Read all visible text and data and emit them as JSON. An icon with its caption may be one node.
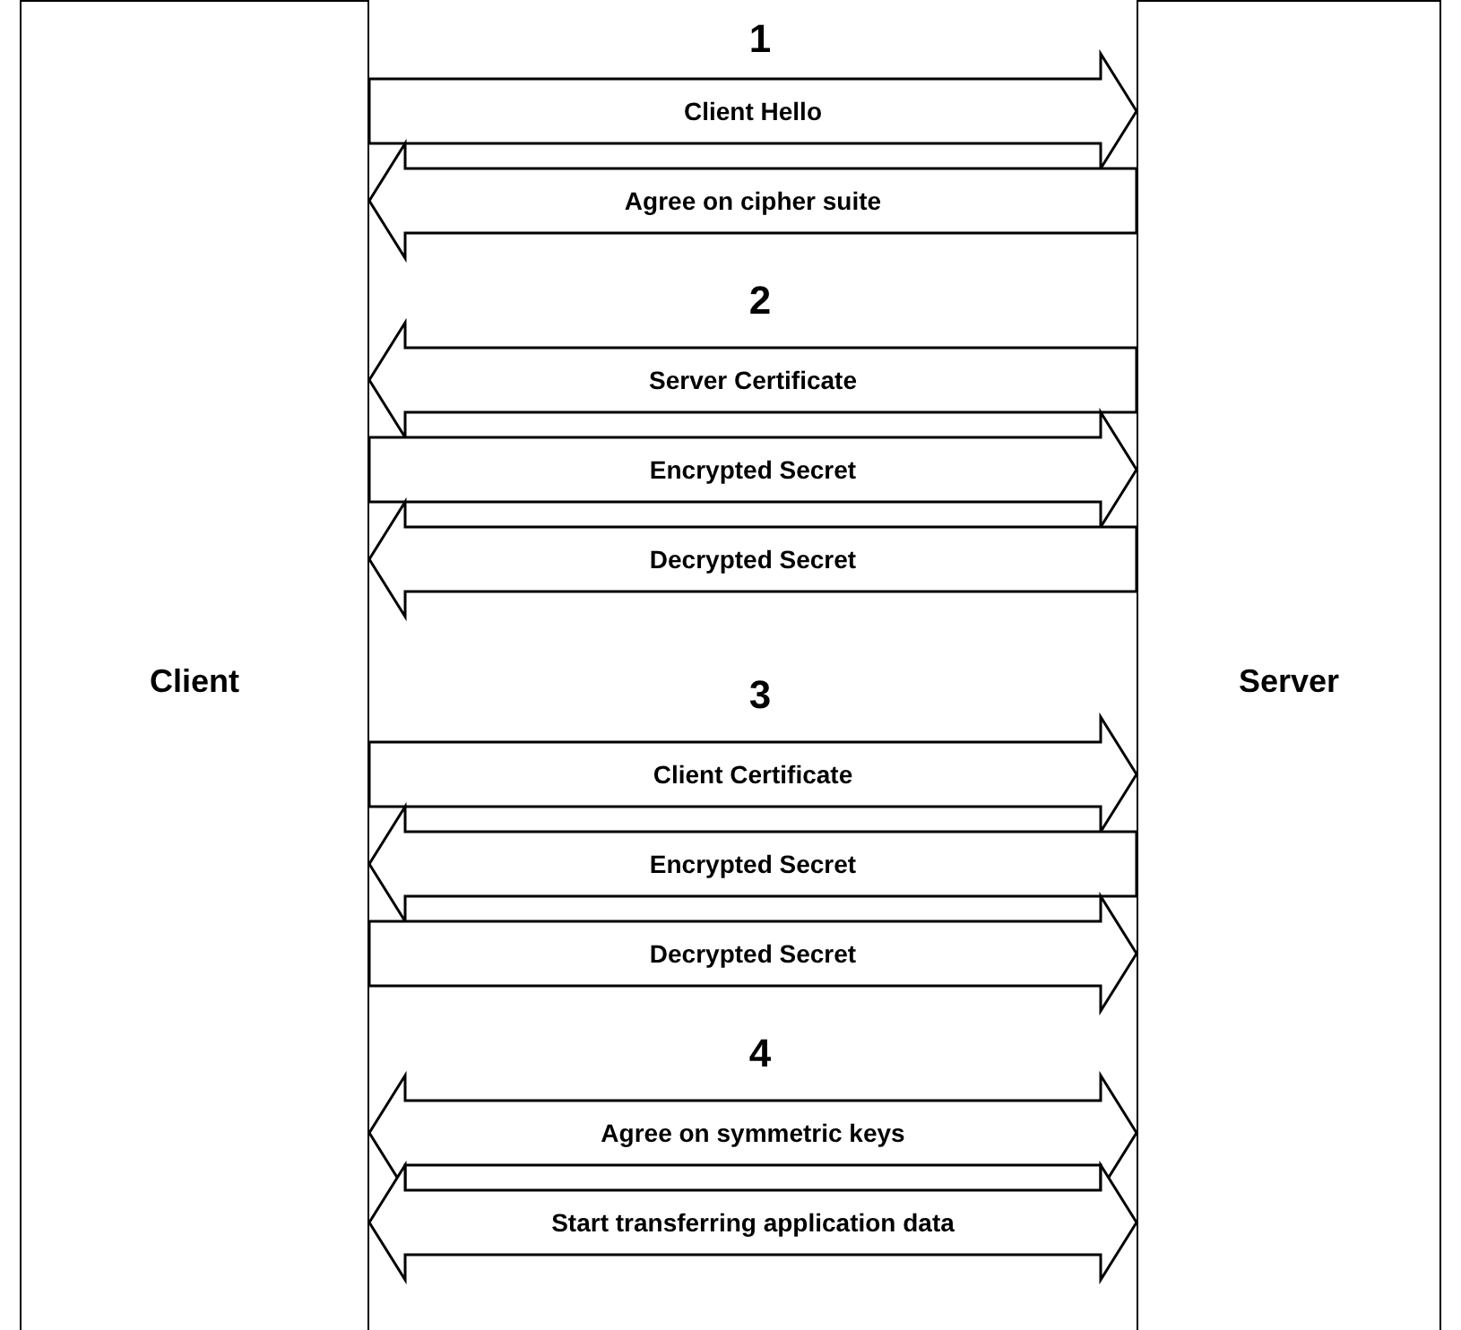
{
  "diagram": {
    "nodes": [
      {
        "text": [
          "Client"
        ]
      },
      {
        "text": [
          "Server"
        ]
      }
    ],
    "edges": [
      {
        "from": 0,
        "to": 1,
        "arrow": "to",
        "label": "Client Hello"
      },
      {
        "from": 1,
        "to": 0,
        "arrow": "to",
        "label": "Agree on cipher suite"
      },
      {
        "from": 1,
        "to": 0,
        "arrow": "to",
        "label": "Server Certificate"
      },
      {
        "from": 0,
        "to": 1,
        "arrow": "to",
        "label": "Encrypted Secret"
      },
      {
        "from": 1,
        "to": 0,
        "arrow": "to",
        "label": "Decrypted Secret"
      },
      {
        "from": 0,
        "to": 1,
        "arrow": "to",
        "label": "Client Certificate"
      },
      {
        "from": 1,
        "to": 0,
        "arrow": "to",
        "label": "Encrypted Secret"
      },
      {
        "from": 0,
        "to": 1,
        "arrow": "to",
        "label": "Decrypted Secret"
      },
      {
        "from": 0,
        "to": 1,
        "arrow": "both",
        "label": "Agree on symmetric keys"
      },
      {
        "from": 0,
        "to": 1,
        "arrow": "both",
        "label": "Start transferring application data"
      }
    ],
    "labels": [
      "1",
      "2",
      "3",
      "4"
    ]
  }
}
